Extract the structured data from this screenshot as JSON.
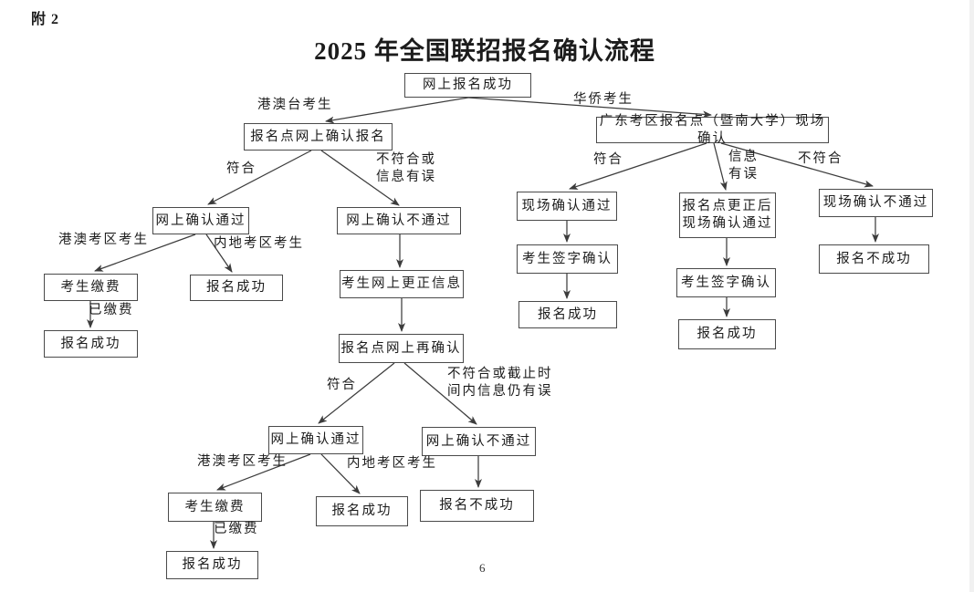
{
  "page": {
    "attachment_label": "附 2",
    "title": "2025 年全国联招报名确认流程",
    "page_number": "6"
  },
  "flow": {
    "nodes": [
      {
        "key": "online-signup-success",
        "label": "网上报名成功"
      },
      {
        "key": "site-online-confirm",
        "label": "报名点网上确认报名"
      },
      {
        "key": "guangdong-onsite-confirm",
        "label": "广东考区报名点（暨南大学）现场确认"
      },
      {
        "key": "online-confirm-pass-1",
        "label": "网上确认通过"
      },
      {
        "key": "online-confirm-fail-1",
        "label": "网上确认不通过"
      },
      {
        "key": "candidate-pay-1",
        "label": "考生缴费"
      },
      {
        "key": "signup-success-1",
        "label": "报名成功"
      },
      {
        "key": "signup-success-2",
        "label": "报名成功"
      },
      {
        "key": "correct-info-online",
        "label": "考生网上更正信息"
      },
      {
        "key": "site-online-reconfirm",
        "label": "报名点网上再确认"
      },
      {
        "key": "online-confirm-pass-2",
        "label": "网上确认通过"
      },
      {
        "key": "online-confirm-fail-2",
        "label": "网上确认不通过"
      },
      {
        "key": "candidate-pay-2",
        "label": "考生缴费"
      },
      {
        "key": "signup-success-3",
        "label": "报名成功"
      },
      {
        "key": "signup-fail-1",
        "label": "报名不成功"
      },
      {
        "key": "signup-success-4",
        "label": "报名成功"
      },
      {
        "key": "onsite-confirm-pass",
        "label": "现场确认通过"
      },
      {
        "key": "corrected-onsite-confirm-pass",
        "label": "报名点更正后\n现场确认通过"
      },
      {
        "key": "onsite-confirm-fail",
        "label": "现场确认不通过"
      },
      {
        "key": "sign-confirm-1",
        "label": "考生签字确认"
      },
      {
        "key": "sign-confirm-2",
        "label": "考生签字确认"
      },
      {
        "key": "signup-success-5",
        "label": "报名成功"
      },
      {
        "key": "signup-success-6",
        "label": "报名成功"
      },
      {
        "key": "signup-fail-2",
        "label": "报名不成功"
      }
    ],
    "edges": [
      {
        "from": 0,
        "to": 1,
        "label": "港澳台考生"
      },
      {
        "from": 0,
        "to": 2,
        "label": "华侨考生"
      },
      {
        "from": 1,
        "to": 3,
        "label": "符合"
      },
      {
        "from": 1,
        "to": 4,
        "label": "不符合或\n信息有误"
      },
      {
        "from": 3,
        "to": 5,
        "label": "港澳考区考生"
      },
      {
        "from": 3,
        "to": 6,
        "label": "内地考区考生"
      },
      {
        "from": 5,
        "to": 7,
        "label": "已缴费"
      },
      {
        "from": 4,
        "to": 8,
        "label": ""
      },
      {
        "from": 8,
        "to": 9,
        "label": ""
      },
      {
        "from": 9,
        "to": 10,
        "label": "符合"
      },
      {
        "from": 9,
        "to": 11,
        "label": "不符合或截止时\n间内信息仍有误"
      },
      {
        "from": 10,
        "to": 12,
        "label": "港澳考区考生"
      },
      {
        "from": 10,
        "to": 13,
        "label": "内地考区考生"
      },
      {
        "from": 12,
        "to": 15,
        "label": "已缴费"
      },
      {
        "from": 11,
        "to": 14,
        "label": ""
      },
      {
        "from": 2,
        "to": 16,
        "label": "符合"
      },
      {
        "from": 2,
        "to": 17,
        "label": "信息\n有误"
      },
      {
        "from": 2,
        "to": 18,
        "label": "不符合"
      },
      {
        "from": 16,
        "to": 19,
        "label": ""
      },
      {
        "from": 19,
        "to": 21,
        "label": ""
      },
      {
        "from": 17,
        "to": 20,
        "label": ""
      },
      {
        "from": 20,
        "to": 22,
        "label": ""
      },
      {
        "from": 18,
        "to": 23,
        "label": ""
      }
    ]
  }
}
